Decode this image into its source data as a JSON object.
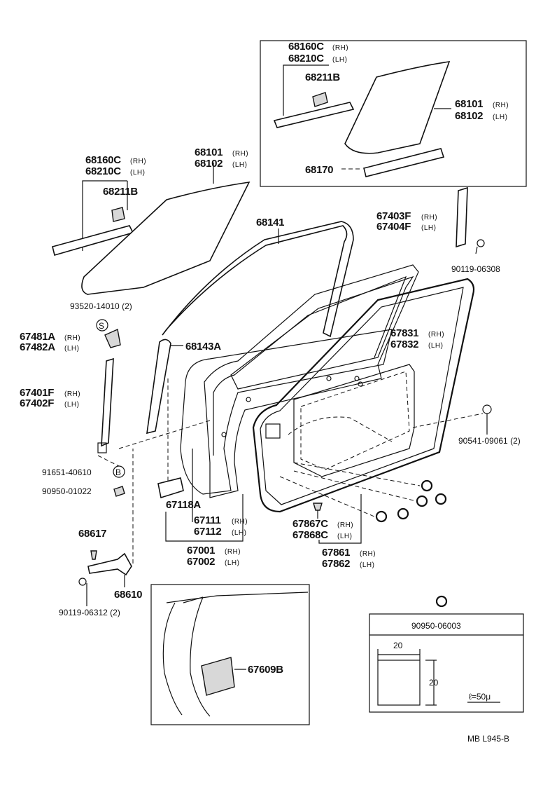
{
  "inset_top": {
    "label_68160c": "68160C",
    "sfx_rh1": "(RH)",
    "label_68210c": "68210C",
    "sfx_lh1": "(LH)",
    "label_68211b": "68211B",
    "label_68101": "68101",
    "sfx_rh2": "(RH)",
    "label_68102": "68102",
    "sfx_lh2": "(LH)",
    "label_68170": "68170"
  },
  "main": {
    "l_68160c": "68160C",
    "l_68160c_s": "(RH)",
    "l_68210c": "68210C",
    "l_68210c_s": "(LH)",
    "l_68211b": "68211B",
    "l_68101": "68101",
    "l_68101_s": "(RH)",
    "l_68102": "68102",
    "l_68102_s": "(LH)",
    "l_68141": "68141",
    "l_67403f": "67403F",
    "l_67403f_s": "(RH)",
    "l_67404f": "67404F",
    "l_67404f_s": "(LH)",
    "l_90119_06308": "90119-06308",
    "l_93520": "93520-14010 (2)",
    "l_s_marker": "S",
    "l_67481a": "67481A",
    "l_67481a_s": "(RH)",
    "l_67482a": "67482A",
    "l_67482a_s": "(LH)",
    "l_68143a": "68143A",
    "l_67831": "67831",
    "l_67831_s": "(RH)",
    "l_67832": "67832",
    "l_67832_s": "(LH)",
    "l_67401f": "67401F",
    "l_67401f_s": "(RH)",
    "l_67402f": "67402F",
    "l_67402f_s": "(LH)",
    "l_90541": "90541-09061 (2)",
    "l_91651": "91651-40610",
    "l_b_marker": "B",
    "l_90950_01022": "90950-01022",
    "l_67118a": "67118A",
    "l_67111": "67111",
    "l_67111_s": "(RH)",
    "l_67112": "67112",
    "l_67112_s": "(LH)",
    "l_67867c": "67867C",
    "l_67867c_s": "(RH)",
    "l_67868c": "67868C",
    "l_67868c_s": "(LH)",
    "l_68617": "68617",
    "l_67001": "67001",
    "l_67001_s": "(RH)",
    "l_67002": "67002",
    "l_67002_s": "(LH)",
    "l_67861": "67861",
    "l_67861_s": "(RH)",
    "l_67862": "67862",
    "l_67862_s": "(LH)",
    "l_68610": "68610",
    "l_90119_06312": "90119-06312 (2)",
    "l_67609b": "67609B"
  },
  "tape_box": {
    "part_no": "90950-06003",
    "width": "20",
    "height": "20",
    "thickness": "ℓ=50μ"
  },
  "footer": {
    "code": "MB  L945-B"
  }
}
